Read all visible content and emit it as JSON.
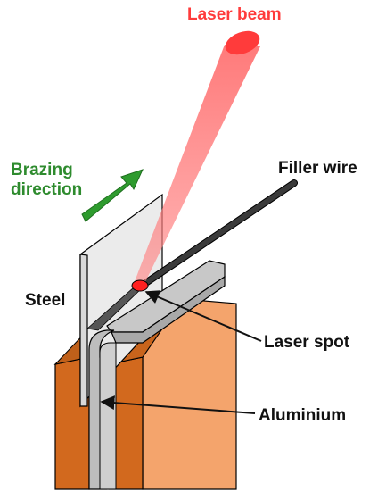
{
  "labels": {
    "laser_beam": "Laser beam",
    "filler_wire": "Filler wire",
    "brazing_line1": "Brazing",
    "brazing_line2": "direction",
    "steel": "Steel",
    "laser_spot": "Laser spot",
    "aluminium": "Aluminium"
  },
  "colors": {
    "laser": "#ff3b3b",
    "laser_beam_fill": "#ff6b6b",
    "brazing_text": "#2e8b2e",
    "brazing_arrow": "#2e9b2e",
    "orange_front": "#d2691e",
    "orange_side": "#f4a46c",
    "steel_sheet": "#e6e6e6",
    "aluminium": "#b8b8b8",
    "wire": "#333333",
    "text": "#111111"
  }
}
